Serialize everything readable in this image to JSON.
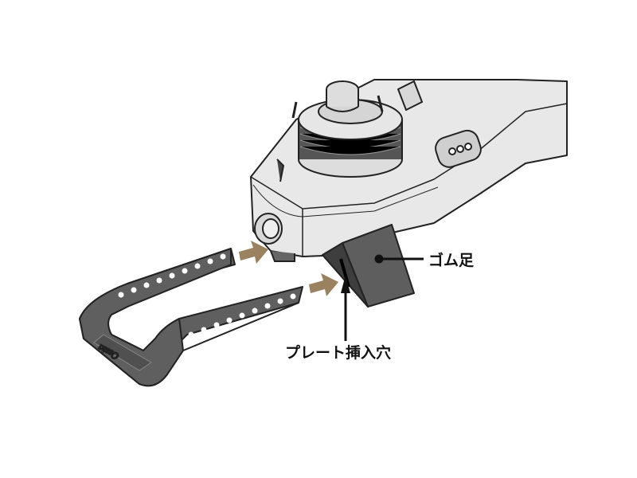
{
  "labels": {
    "rubber_foot": "ゴム足",
    "plate_insert_hole": "プレート挿入穴"
  },
  "plate_logo": "Ossia",
  "colors": {
    "reel_body": "#e6e6e6",
    "rubber_foot": "#5e5e5e",
    "plate": "#606060",
    "arrow": "#9a8260",
    "outline": "#222222"
  }
}
